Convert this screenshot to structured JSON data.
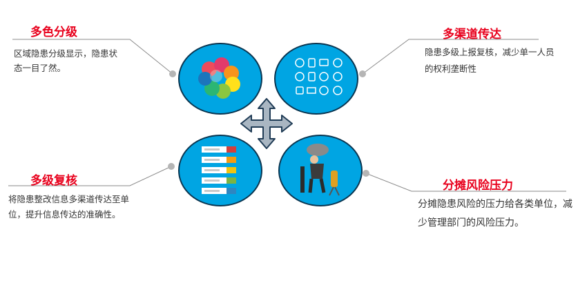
{
  "items": [
    {
      "title": "多色分级",
      "desc": "区域隐患分级显示，隐患状态一目了然。",
      "icon": "color-petals-icon"
    },
    {
      "title": "多渠道传达",
      "desc": "隐患多级上报复核，减少单一人员的权利垄断性",
      "icon": "channel-icons-grid"
    },
    {
      "title": "多级复核",
      "desc": "将隐患整改信息多渠道传达至单位，提升信息传达的准确性。",
      "icon": "step-list-icon"
    },
    {
      "title": "分摊风险压力",
      "desc": "分摊隐患风险的压力给各类单位，减少管理部门的风险压力。",
      "icon": "burdened-person-icon"
    }
  ],
  "colors": {
    "accent": "#e8001c",
    "circle": "#00a5e3",
    "arrow": "#a9b6c2"
  }
}
